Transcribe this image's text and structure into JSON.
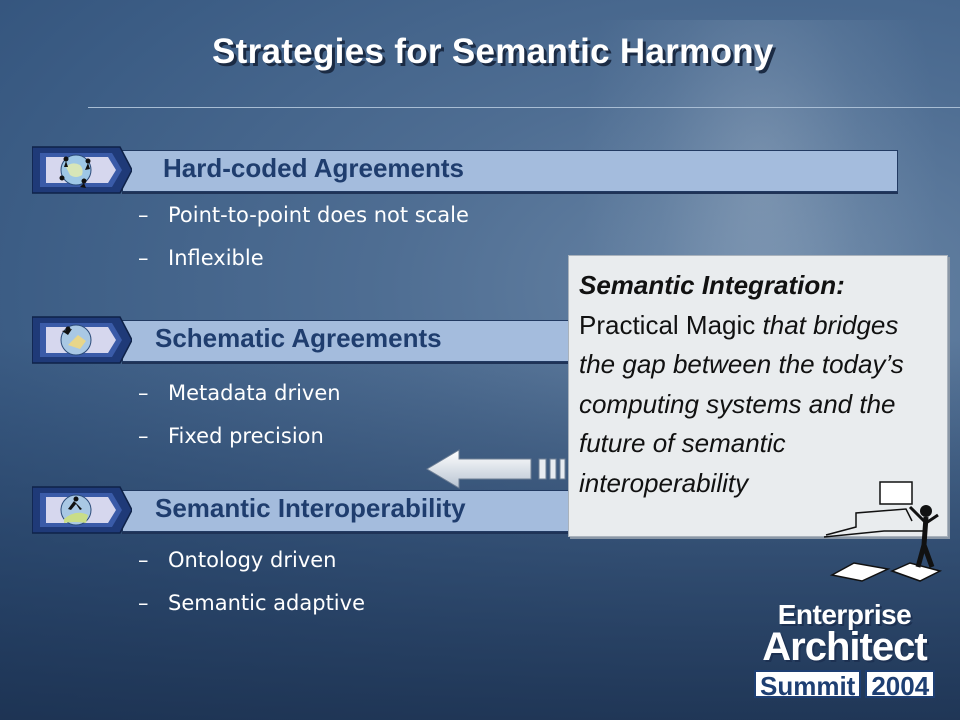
{
  "slide": {
    "title": "Strategies for Semantic Harmony"
  },
  "sections": [
    {
      "label": "Hard-coded Agreements",
      "icon": "globe-figures-icon",
      "bullets": [
        "Point-to-point does not scale",
        "Inflexible"
      ]
    },
    {
      "label": "Schematic Agreements",
      "icon": "schema-figure-icon",
      "bullets": [
        "Metadata driven",
        "Fixed precision"
      ]
    },
    {
      "label": "Semantic Interoperability",
      "icon": "leaping-figure-icon",
      "bullets": [
        "Ontology driven",
        "Semantic adaptive"
      ]
    }
  ],
  "bullet_marker": "–",
  "callout": {
    "title": "Semantic Integration:",
    "lead": "Practical Magic",
    "body": " that bridges the gap between the today’s computing systems and the future of semantic interoperability"
  },
  "logo": {
    "line1": "Enterprise",
    "line2": "Architect",
    "line3_a": "Summit",
    "line3_b": "2004"
  },
  "colors": {
    "band_fill": "#a4bcdd",
    "band_text": "#1f3d6e",
    "background": "#3c5d85",
    "callout_bg": "#e9ecee"
  }
}
